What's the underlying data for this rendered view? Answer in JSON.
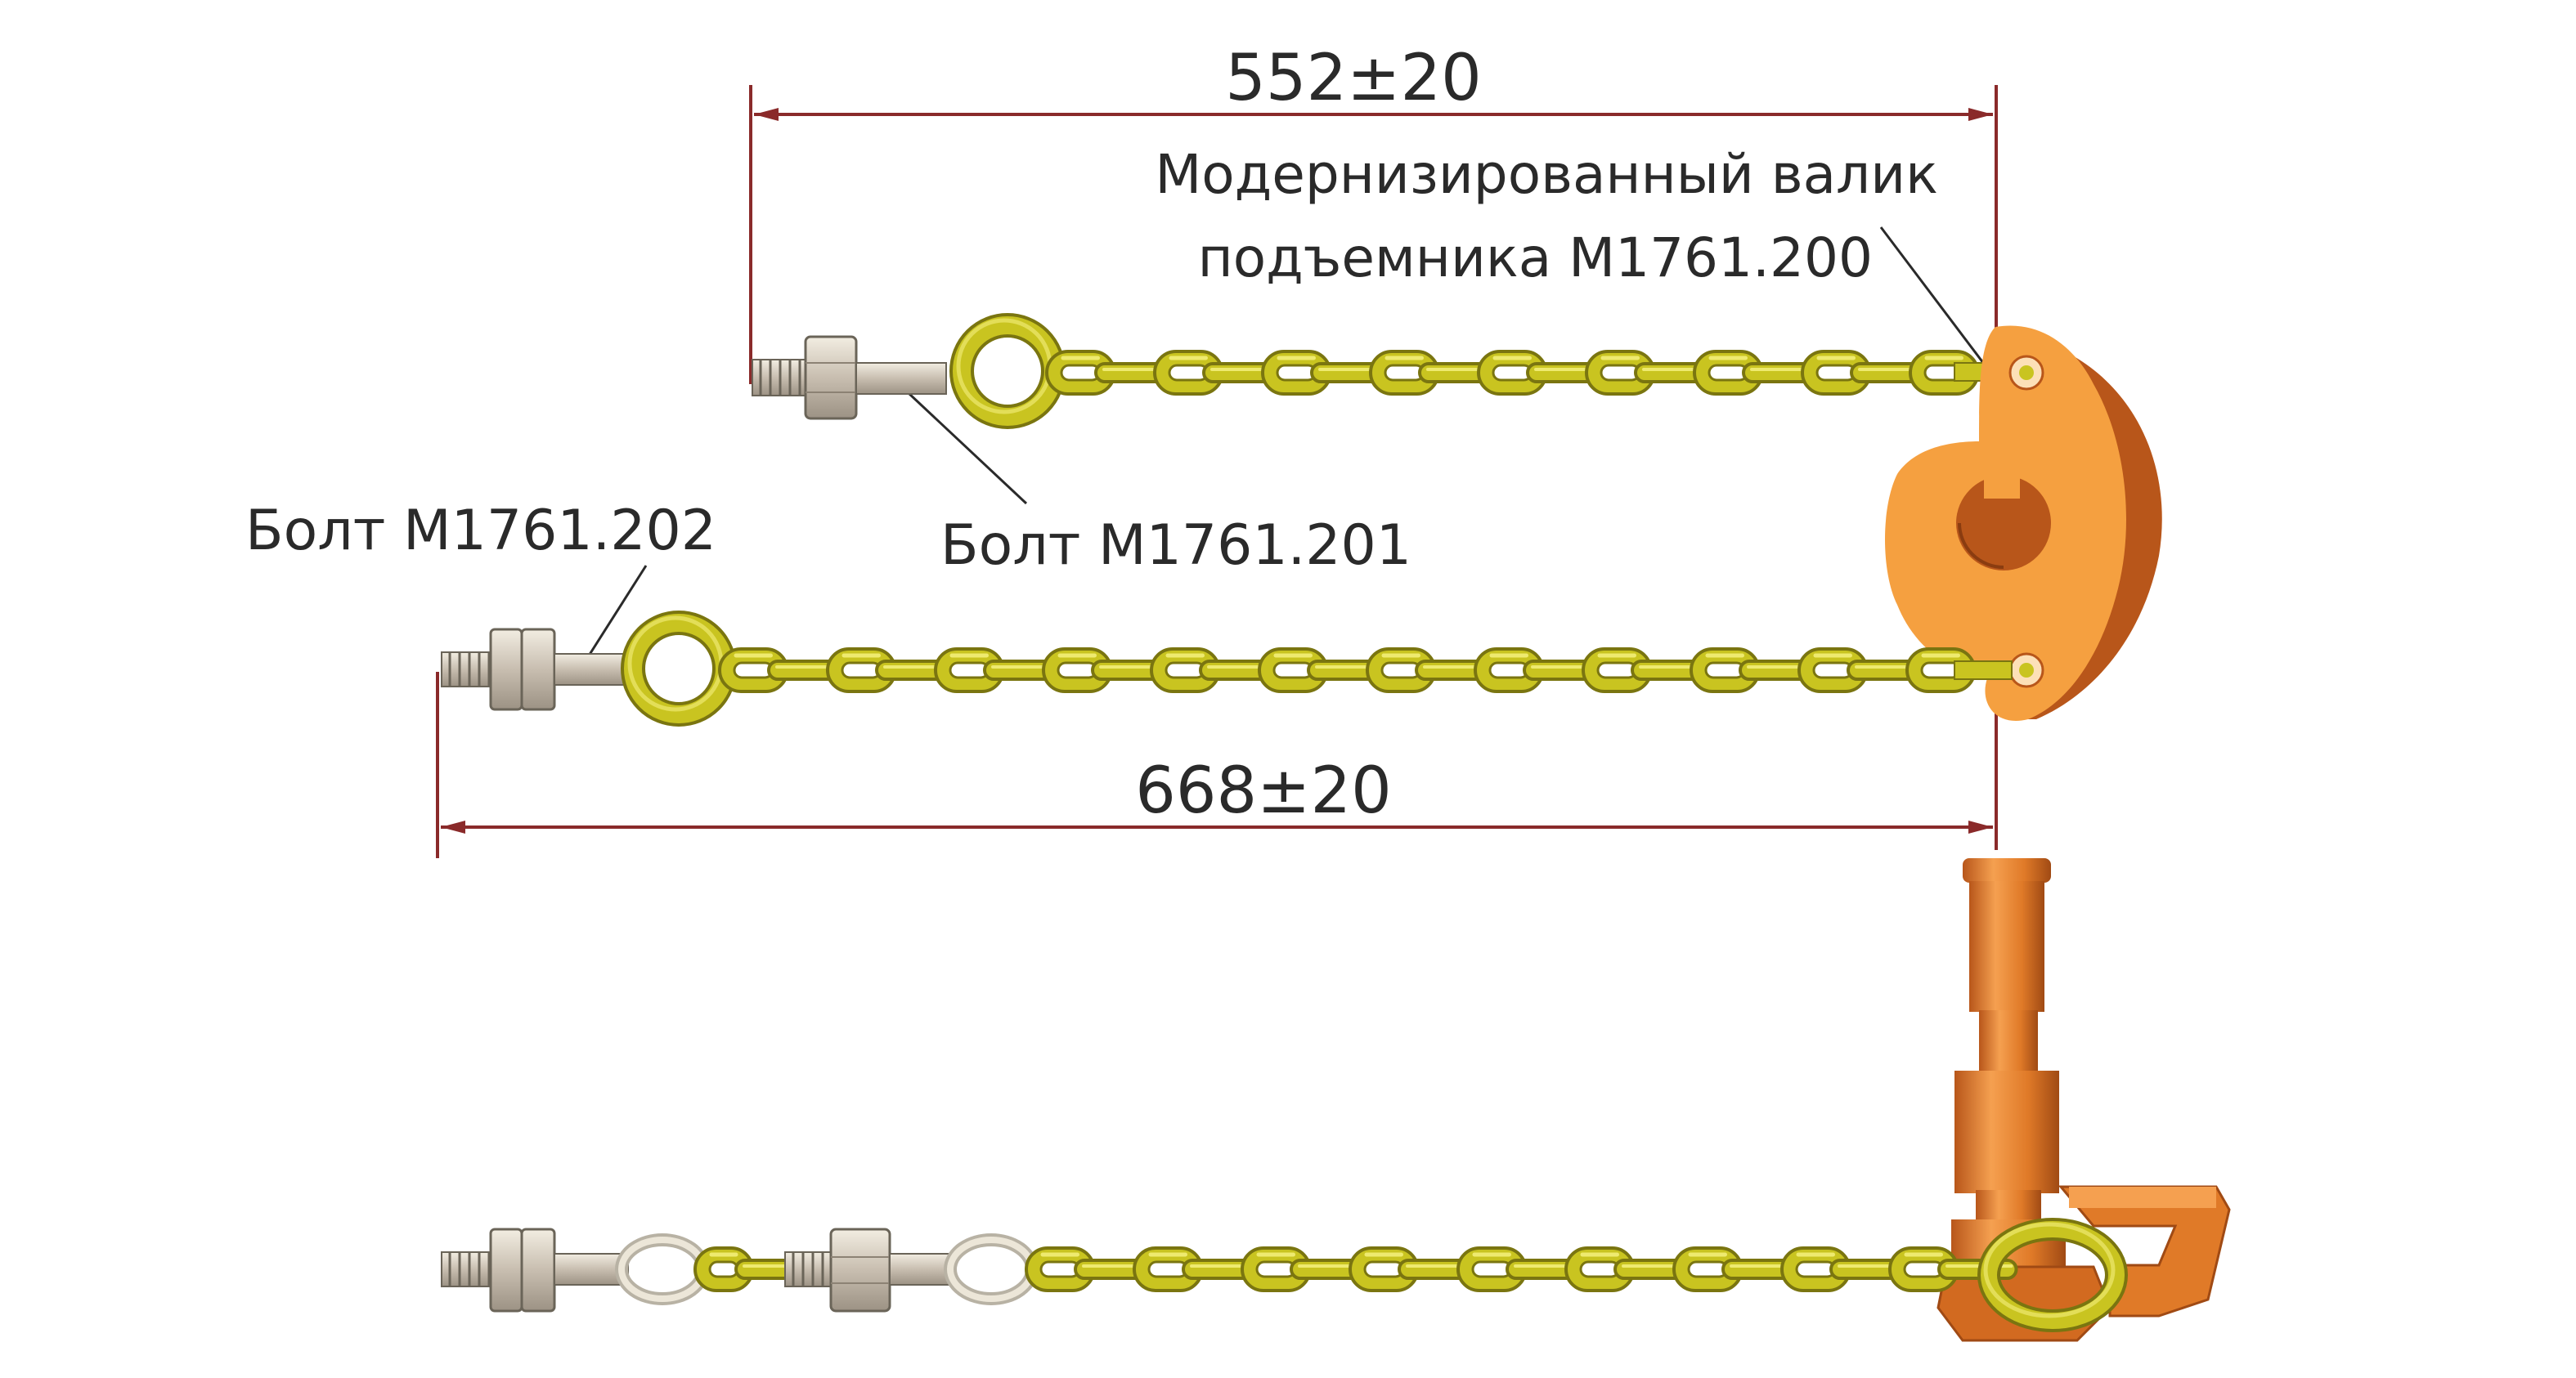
{
  "dimensions": {
    "top": "552±20",
    "middle": "668±20"
  },
  "labels": {
    "roller": [
      "Модернизированный валик",
      "подъемника М1761.200"
    ],
    "bolt_201": "Болт М1761.201",
    "bolt_202": "Болт М1761.202"
  },
  "colors": {
    "chain": "#c9c420",
    "chain_dark": "#7a7510",
    "chain_light": "#eeea70",
    "bracket": "#f5a040",
    "bracket_dark": "#b8561a",
    "shaft": "#e07a28",
    "metal": "#d8d2c4",
    "dim_line": "#8a2a2a",
    "text": "#2a2a2a"
  }
}
